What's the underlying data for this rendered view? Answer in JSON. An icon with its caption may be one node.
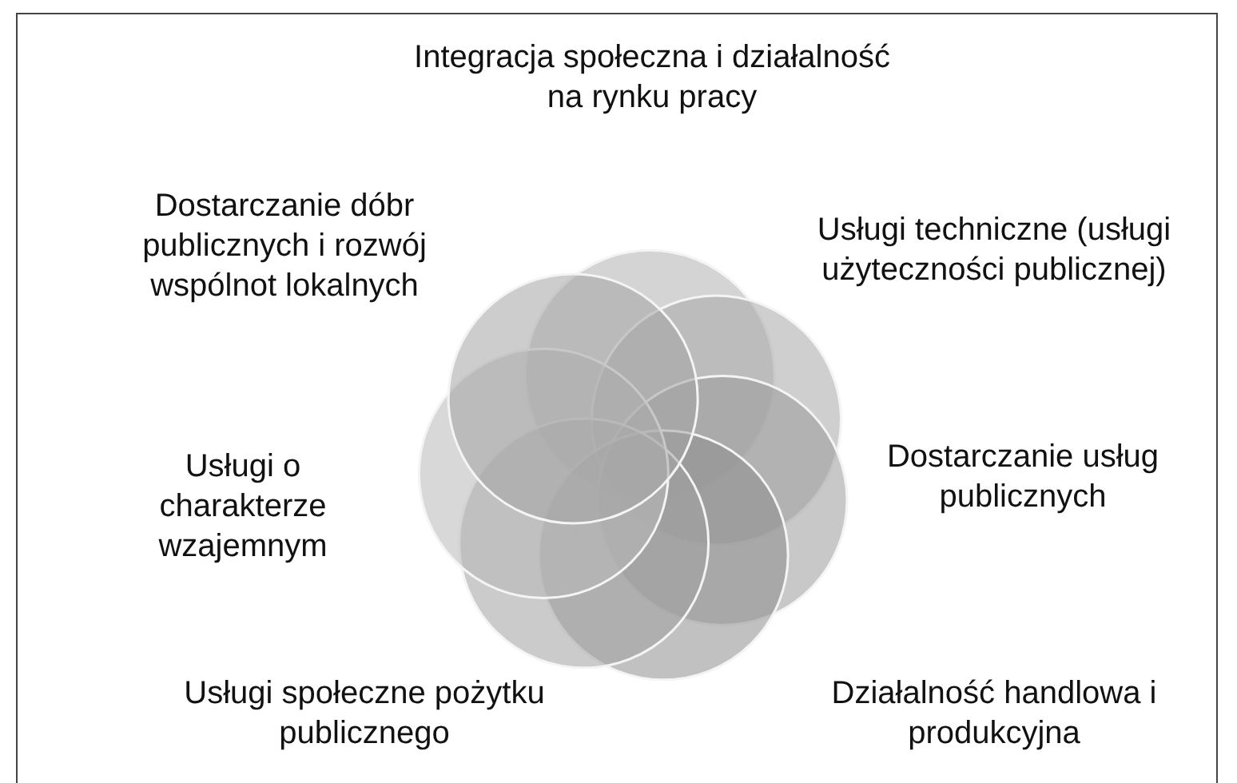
{
  "diagram": {
    "labels": [
      "Integracja społeczna i działalność na rynku pracy",
      "Dostarczanie dóbr publicznych i rozwój wspólnot lokalnych",
      "Usługi techniczne (usługi użyteczności publicznej)",
      "Dostarczanie usług publicznych",
      "Usługi o charakterze wzajemnym",
      "Działalność handlowa i produkcyjna",
      "Usługi społeczne pożytku publicznego"
    ]
  }
}
